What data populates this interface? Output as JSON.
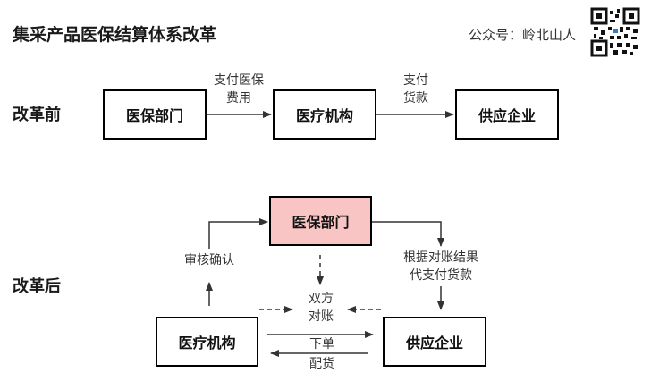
{
  "header": {
    "title": "集采产品医保结算体系改革",
    "account_label": "公众号：岭北山人"
  },
  "icons": {
    "qr": "qr-code-icon"
  },
  "before": {
    "section_label": "改革前",
    "nodes": {
      "a": "医保部门",
      "b": "医疗机构",
      "c": "供应企业"
    },
    "edges": {
      "ab_line1": "支付医保",
      "ab_line2": "费用",
      "bc_line1": "支付",
      "bc_line2": "货款"
    }
  },
  "after": {
    "section_label": "改革后",
    "nodes": {
      "top": "医保部门",
      "left": "医疗机构",
      "right": "供应企业"
    },
    "labels": {
      "confirm": "审核确认",
      "pay_line1": "根据对账结果",
      "pay_line2": "代支付货款",
      "reconcile_line1": "双方",
      "reconcile_line2": "对账",
      "order": "下单",
      "deliver": "配货"
    }
  },
  "colors": {
    "highlight": "#f8c4c4",
    "stroke": "#000000"
  }
}
